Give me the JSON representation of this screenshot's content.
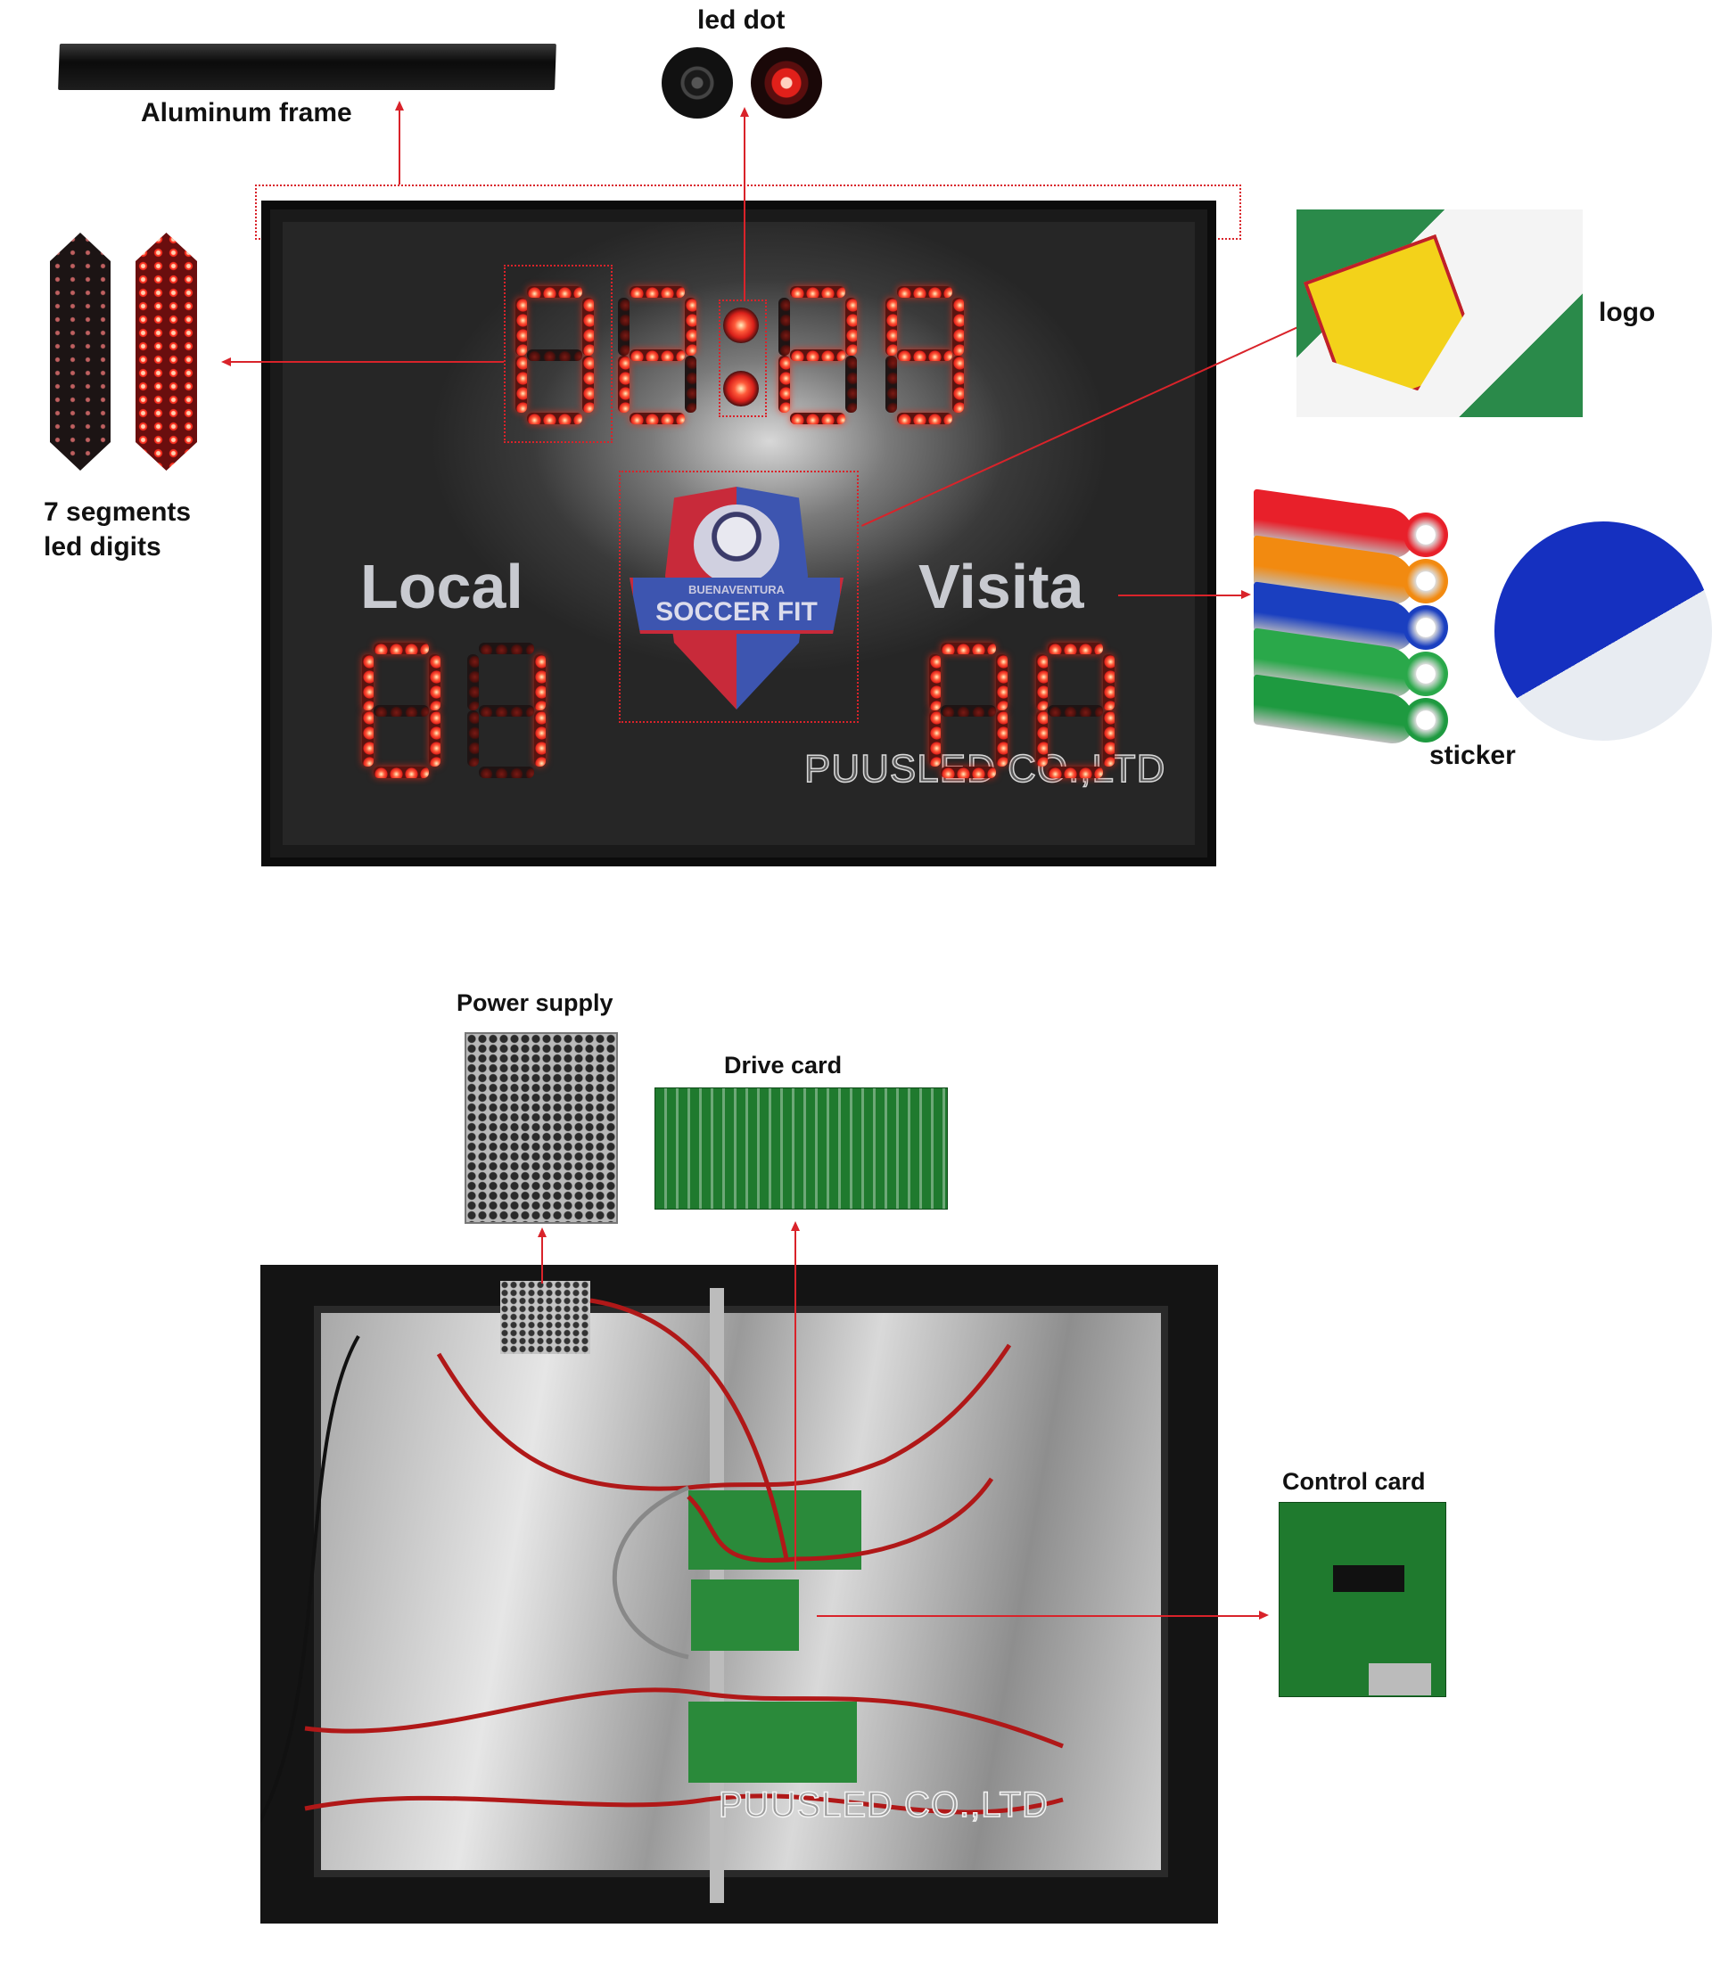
{
  "labels": {
    "aluminum_frame": "Aluminum frame",
    "led_dot": "led dot",
    "seven_segments_line1": "7 segments",
    "seven_segments_line2": "led digits",
    "logo": "logo",
    "sticker": "sticker",
    "power_supply": "Power supply",
    "drive_card": "Drive card",
    "control_card": "Control card"
  },
  "scoreboard": {
    "clock": [
      "0",
      "2",
      ":",
      "2",
      "9"
    ],
    "home_label": "Local",
    "away_label": "Visita",
    "home_score": [
      "0",
      "1"
    ],
    "away_score": [
      "0",
      "0"
    ],
    "logo_text_top": "BUENAVENTURA",
    "logo_text_main": "SOCCER FIT",
    "watermark": "PUUSLED CO.,LTD"
  },
  "back_panel": {
    "watermark": "PUUSLED CO.,LTD"
  },
  "colors": {
    "annotation": "#d9232a",
    "led_on": "#ff3b2a",
    "pcb": "#1f7a2e"
  },
  "sticker_colors": [
    "#e8202a",
    "#f28a10",
    "#1a3fc0",
    "#2aa84a",
    "#1e9a40"
  ]
}
